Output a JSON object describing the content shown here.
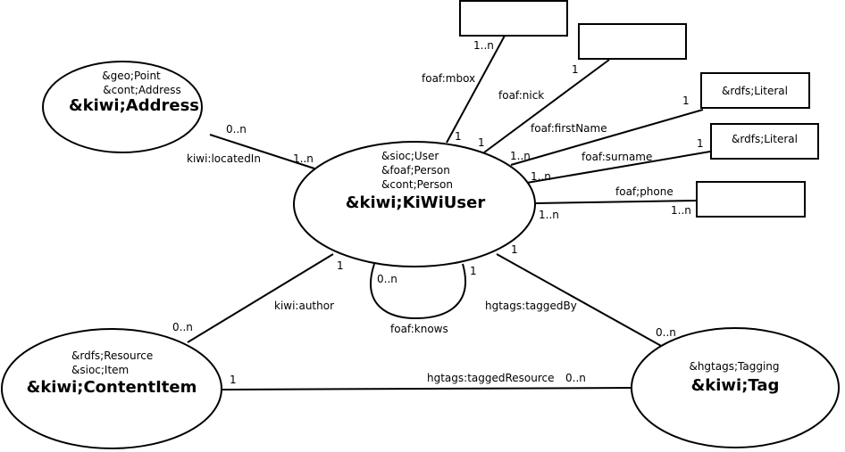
{
  "nodes": {
    "address": {
      "stereotypes": [
        "&geo;Point",
        "&cont;Address"
      ],
      "title": "&kiwi;Address"
    },
    "user": {
      "stereotypes": [
        "&sioc;User",
        "&foaf;Person",
        "&cont;Person"
      ],
      "title": "&kiwi;KiWiUser"
    },
    "content": {
      "stereotypes": [
        "&rdfs;Resource",
        "&sioc;Item"
      ],
      "title": "&kiwi;ContentItem"
    },
    "tag": {
      "stereotypes": [
        "&hgtags;Tagging"
      ],
      "title": "&kiwi;Tag"
    },
    "literal_firstname": "&rdfs;Literal",
    "literal_surname": "&rdfs;Literal"
  },
  "edges": {
    "located_in": {
      "label": "kiwi:locatedIn",
      "source_mult": "0..n",
      "target_mult": "1..n"
    },
    "mbox": {
      "label": "foaf:mbox",
      "box_mult": "1..n",
      "user_mult": "1"
    },
    "nick": {
      "label": "foaf:nick",
      "box_mult": "1",
      "user_mult": "1"
    },
    "first_name": {
      "label": "foaf:firstName",
      "box_mult": "1",
      "user_mult": "1..n"
    },
    "surname": {
      "label": "foaf:surname",
      "box_mult": "1",
      "user_mult": "1..n"
    },
    "phone": {
      "label": "foaf;phone",
      "box_mult": "1..n",
      "user_mult": "1..n"
    },
    "author": {
      "label": "kiwi:author",
      "user_mult": "1",
      "content_mult": "0..n"
    },
    "knows": {
      "label": "foaf:knows",
      "mult_left": "0..n",
      "mult_right": "1"
    },
    "tagged_by": {
      "label": "hgtags:taggedBy",
      "user_mult": "1",
      "tag_mult": "0..n"
    },
    "tagged_resource": {
      "label": "hgtags:taggedResource",
      "content_mult": "1",
      "tag_mult": "0..n"
    }
  }
}
